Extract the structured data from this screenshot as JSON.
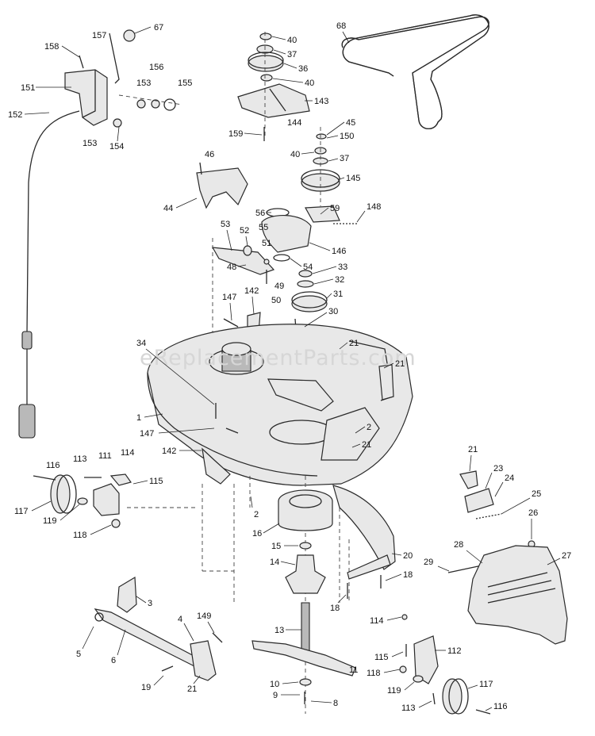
{
  "watermark": "eReplacementParts.com",
  "callouts": {
    "c1": "1",
    "c2a": "2",
    "c2b": "2",
    "c3": "3",
    "c4": "4",
    "c5": "5",
    "c6": "6",
    "c8": "8",
    "c9": "9",
    "c10": "10",
    "c11": "11",
    "c13": "13",
    "c14": "14",
    "c15": "15",
    "c16": "16",
    "c18a": "18",
    "c18b": "18",
    "c19": "19",
    "c20": "20",
    "c21a": "21",
    "c21b": "21",
    "c21c": "21",
    "c21d": "21",
    "c21e": "21",
    "c23": "23",
    "c24": "24",
    "c25": "25",
    "c26": "26",
    "c27": "27",
    "c28": "28",
    "c29": "29",
    "c30": "30",
    "c31": "31",
    "c32": "32",
    "c33": "33",
    "c34": "34",
    "c36": "36",
    "c37a": "37",
    "c37b": "37",
    "c40a": "40",
    "c40b": "40",
    "c40c": "40",
    "c44": "44",
    "c45": "45",
    "c46": "46",
    "c48": "48",
    "c49": "49",
    "c50": "50",
    "c51": "51",
    "c52": "52",
    "c53": "53",
    "c54": "54",
    "c55": "55",
    "c56": "56",
    "c59": "59",
    "c67": "67",
    "c68": "68",
    "c111": "111",
    "c112": "112",
    "c113a": "113",
    "c113b": "113",
    "c114a": "114",
    "c114b": "114",
    "c115a": "115",
    "c115b": "115",
    "c116a": "116",
    "c116b": "116",
    "c117a": "117",
    "c117b": "117",
    "c118a": "118",
    "c118b": "118",
    "c119a": "119",
    "c119b": "119",
    "c142a": "142",
    "c142b": "142",
    "c143": "143",
    "c144": "144",
    "c145": "145",
    "c146": "146",
    "c147a": "147",
    "c147b": "147",
    "c148": "148",
    "c149": "149",
    "c150": "150",
    "c151": "151",
    "c152": "152",
    "c153a": "153",
    "c153b": "153",
    "c154": "154",
    "c155": "155",
    "c156": "156",
    "c157": "157",
    "c158": "158",
    "c159": "159"
  }
}
